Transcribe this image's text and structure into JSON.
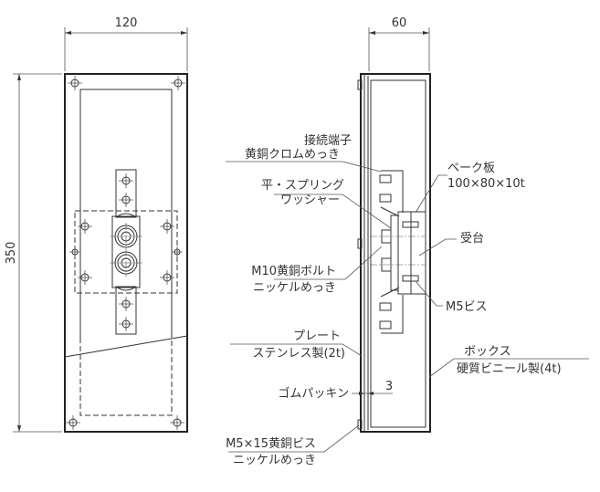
{
  "dimensions": {
    "front_width": "120",
    "height": "350",
    "side_depth": "60",
    "packing_gap": "3"
  },
  "labels": {
    "terminal": {
      "line1": "接続端子",
      "line2": "黄銅クロムめっき"
    },
    "washer": {
      "line1": "平・スプリング",
      "line2": "ワッシャー"
    },
    "bolt": {
      "line1": "M10黄銅ボルト",
      "line2": "ニッケルめっき"
    },
    "plate": {
      "line1": "プレート",
      "line2": "ステンレス製(2t)"
    },
    "packing": "ゴムパッキン",
    "screw": {
      "line1": "M5×15黄銅ビス",
      "line2": "ニッケルめっき"
    },
    "bake": {
      "line1": "ベーク板",
      "line2": "100×80×10t"
    },
    "base": "受台",
    "m5": "M5ビス",
    "box": {
      "line1": "ボックス",
      "line2": "硬質ビニール製(4t)"
    }
  }
}
